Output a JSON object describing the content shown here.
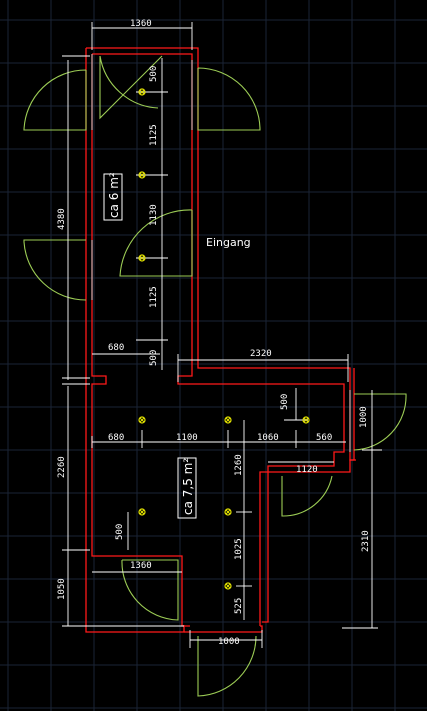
{
  "labels": {
    "entrance": "Eingang",
    "room_upper": "ca 6 m²",
    "room_lower": "ca 7,5 m²"
  },
  "dimensions": {
    "top_width": "1360",
    "left_height": "4380",
    "v_500_top": "500",
    "v_1125_a": "1125",
    "v_1130": "1130",
    "v_1125_b": "1125",
    "h_680_upper": "680",
    "v_500_mid": "500",
    "h_2320": "2320",
    "v_500_right": "500",
    "h_680_lower": "680",
    "h_1100": "1100",
    "h_1060": "1060",
    "h_560": "560",
    "v_1000_right": "1000",
    "v_1260": "1260",
    "h_1120": "1120",
    "left_2260": "2260",
    "v_500_low": "500",
    "v_1025": "1025",
    "h_1360_bottom": "1360",
    "right_2310": "2310",
    "left_1050": "1050",
    "v_525": "525",
    "h_1000_bottom": "1000"
  },
  "colors": {
    "background": "#000000",
    "wall": "#ff1a1a",
    "door": "#9ccc55",
    "lamp": "#e6e600",
    "dimension": "#ffffff",
    "grid": "#1a2436"
  }
}
